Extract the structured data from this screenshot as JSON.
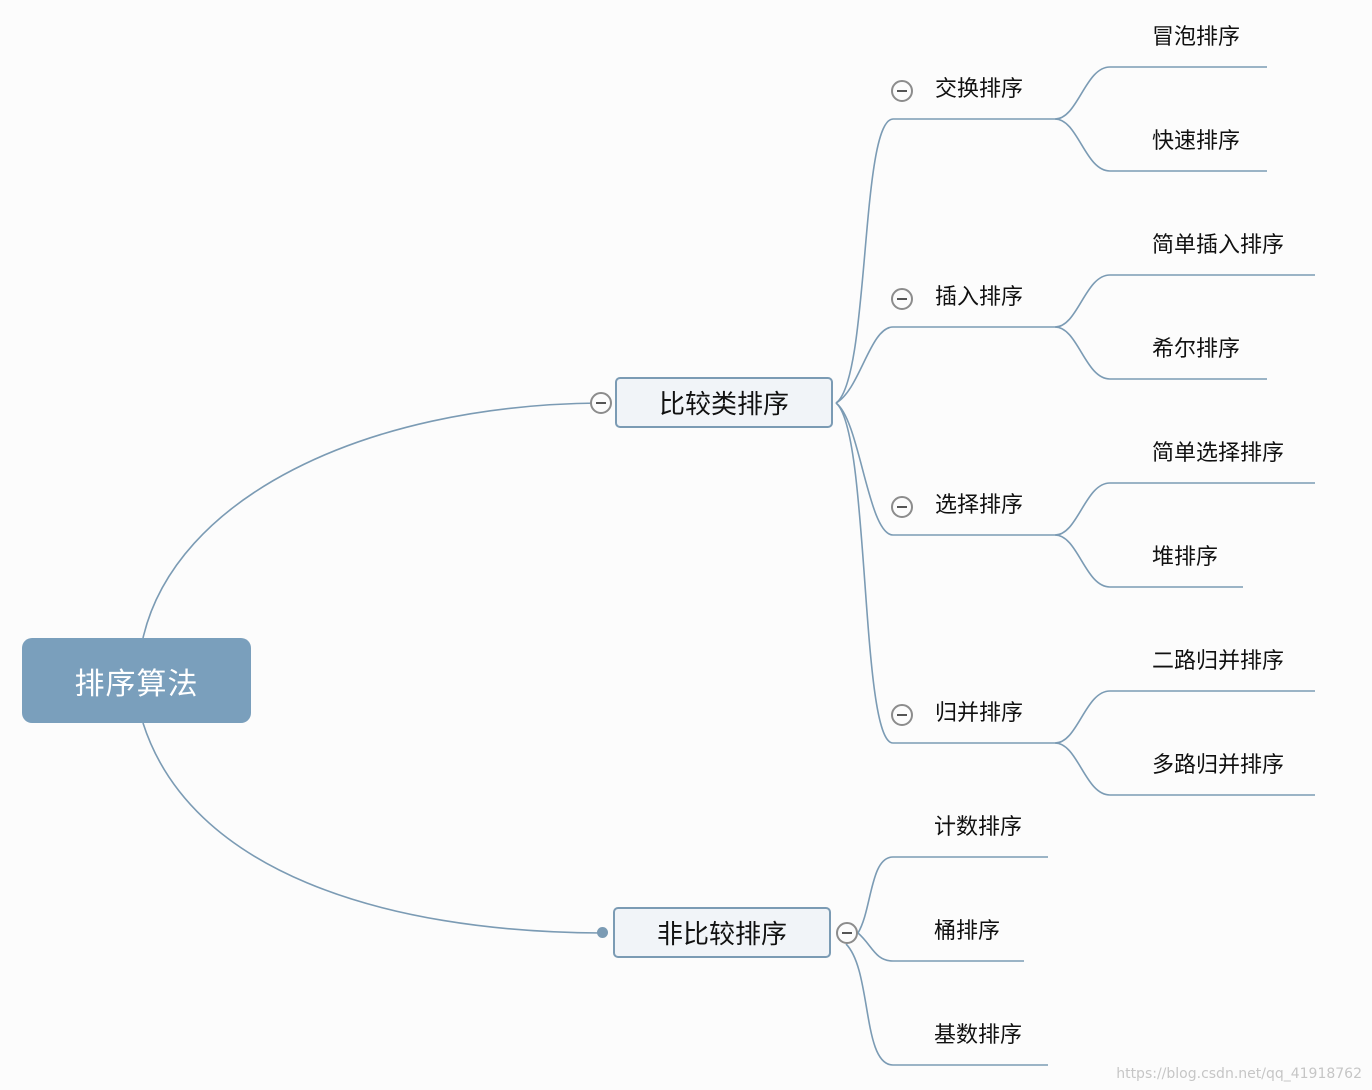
{
  "root": {
    "label": "排序算法"
  },
  "branches": {
    "compare": {
      "label": "比较类排序",
      "groups": [
        {
          "label": "交换排序",
          "children": [
            "冒泡排序",
            "快速排序"
          ]
        },
        {
          "label": "插入排序",
          "children": [
            "简单插入排序",
            "希尔排序"
          ]
        },
        {
          "label": "选择排序",
          "children": [
            "简单选择排序",
            "堆排序"
          ]
        },
        {
          "label": "归并排序",
          "children": [
            "二路归并排序",
            "多路归并排序"
          ]
        }
      ]
    },
    "noncompare": {
      "label": "非比较排序",
      "children": [
        "计数排序",
        "桶排序",
        "基数排序"
      ]
    }
  },
  "watermark": "https://blog.csdn.net/qq_41918762",
  "colors": {
    "root_fill": "#7a9fbc",
    "connector": "#7b9bb4",
    "node_fill": "#f1f4f8"
  }
}
